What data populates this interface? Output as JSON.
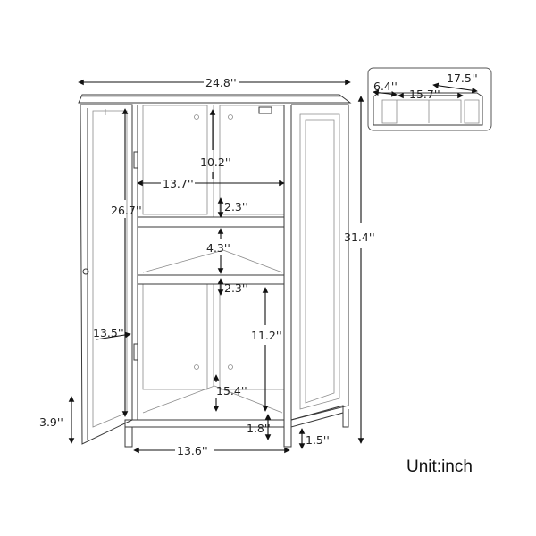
{
  "diagram": {
    "dimensions": {
      "overall_width": "24.8''",
      "overall_height": "31.4''",
      "inner_width": "13.7''",
      "upper_section_height": "10.2''",
      "door_height": "26.7''",
      "shelf_gap_top": "2.3''",
      "middle_section_height": "4.3''",
      "shelf_gap_bottom": "2.3''",
      "door_width": "13.5''",
      "lower_section_height": "11.2''",
      "lower_depth": "15.4''",
      "base_height": "3.9''",
      "plinth_height": "1.8''",
      "base_width": "13.6''",
      "foot_height": "1.5''"
    },
    "top_view": {
      "side_depth": "6.4''",
      "back_width": "17.5''",
      "front_width": "15.7''"
    },
    "unit_label": "Unit:inch"
  }
}
